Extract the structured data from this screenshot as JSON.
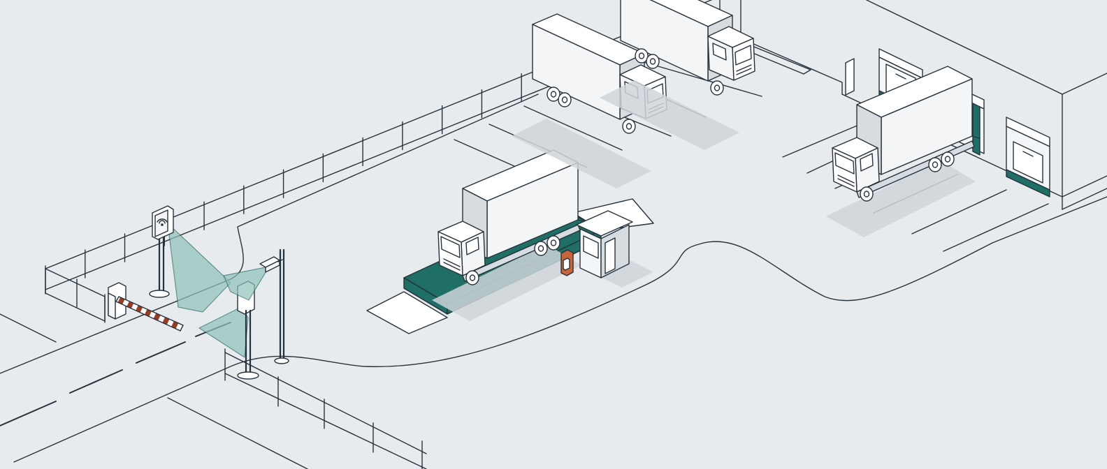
{
  "colors": {
    "background": "#e7ebee",
    "line": "#26323b",
    "accent_teal": "#1f6f66",
    "sensor_beam": "#8fc1b8",
    "barrier_red": "#9a3b24",
    "kiosk_orange": "#c9653a"
  },
  "scene_elements": [
    "perimeter-fence",
    "entry-road",
    "boom-barrier",
    "rfid-reader",
    "anpr-camera",
    "license-plate-reader",
    "weighbridge-scale",
    "weighbridge-truck",
    "guard-booth",
    "parked-trucks",
    "parking-bays",
    "warehouse",
    "loading-docks",
    "docked-truck"
  ],
  "icons": {
    "rfid": "wireless-signal-icon",
    "camera": "cctv-camera-icon"
  }
}
